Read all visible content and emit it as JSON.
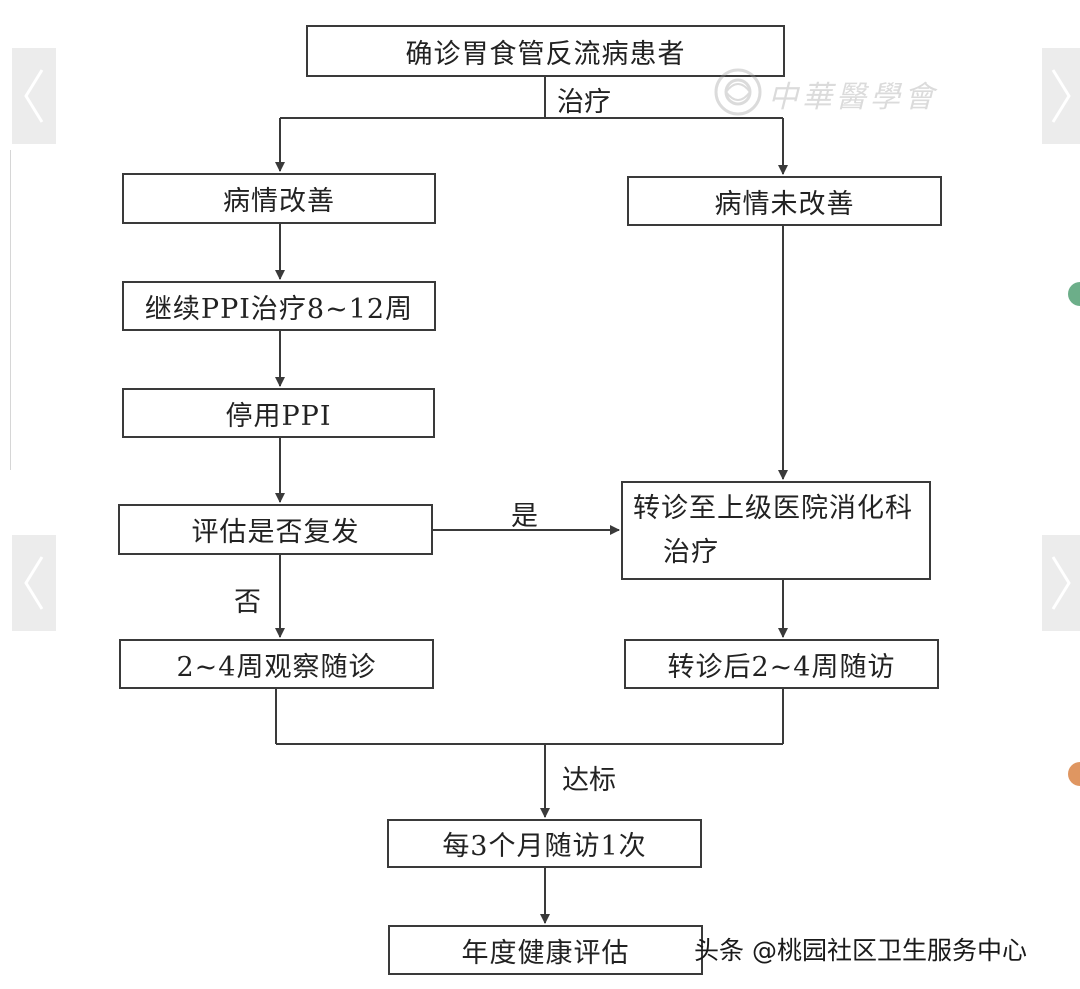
{
  "nodes": {
    "confirmed": "确诊胃食管反流病患者",
    "improved": "病情改善",
    "not_improved": "病情未改善",
    "continue_ppi": "继续PPI治疗8~12周",
    "stop_ppi": "停用PPI",
    "assess_relapse": "评估是否复发",
    "referral_line1": "转诊至上级医院消化科",
    "referral_line2": "治疗",
    "observe": "2~4周观察随诊",
    "post_referral": "转诊后2~4周随访",
    "quarterly": "每3个月随访1次",
    "annual": "年度健康评估"
  },
  "edge_labels": {
    "treatment": "治疗",
    "yes": "是",
    "no": "否",
    "target_met": "达标"
  },
  "watermark": "中華醫學會",
  "footer": {
    "credit": "头条 @桃园社区卫生服务中心"
  },
  "colors": {
    "line": "#3a3a3a",
    "border": "#3a3a3a",
    "nav_bg": "#ececec",
    "nav_arrow": "#ffffff"
  },
  "icons": {
    "prev": "chevron-left-icon",
    "next": "chevron-right-icon"
  }
}
